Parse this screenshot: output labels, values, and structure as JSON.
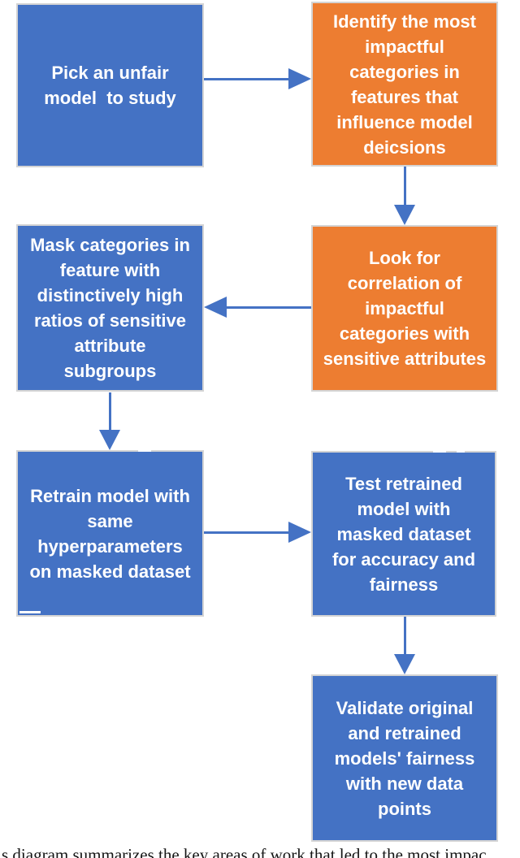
{
  "colors": {
    "box_blue": "#4472c4",
    "box_orange": "#ed7d31",
    "box_border": "#d4d4d4",
    "arrow": "#4472c4",
    "box_text": "#ffffff",
    "caption_text": "#141414"
  },
  "flowchart": {
    "steps": [
      {
        "id": "pick-model",
        "color": "blue",
        "label": "Pick an unfair\nmodel  to study"
      },
      {
        "id": "identify-categories",
        "color": "orange",
        "label": "Identify the most\nimpactful\ncategories in\nfeatures that\ninfluence model\ndeicsions"
      },
      {
        "id": "mask-categories",
        "color": "blue",
        "label": "Mask categories in\nfeature with\ndistinctively high\nratios of sensitive\nattribute\nsubgroups"
      },
      {
        "id": "look-correlation",
        "color": "orange",
        "label": "Look for\ncorrelation of\nimpactful\ncategories with\nsensitive attributes"
      },
      {
        "id": "retrain-model",
        "color": "blue",
        "label": "Retrain model with\nsame\nhyperparameters\non masked dataset"
      },
      {
        "id": "test-retrained",
        "color": "blue",
        "label": "Test retrained\nmodel with\nmasked dataset\nfor accuracy and\nfairness"
      },
      {
        "id": "validate-models",
        "color": "blue",
        "label": "Validate original\nand retrained\nmodels' fairness\nwith new data\npoints"
      }
    ],
    "connections": [
      {
        "from": "pick-model",
        "to": "identify-categories",
        "direction": "right"
      },
      {
        "from": "identify-categories",
        "to": "look-correlation",
        "direction": "down"
      },
      {
        "from": "look-correlation",
        "to": "mask-categories",
        "direction": "left"
      },
      {
        "from": "mask-categories",
        "to": "retrain-model",
        "direction": "down"
      },
      {
        "from": "retrain-model",
        "to": "test-retrained",
        "direction": "right"
      },
      {
        "from": "test-retrained",
        "to": "validate-models",
        "direction": "down"
      }
    ]
  },
  "caption": {
    "text": "s diagram summarizes the key areas of work that led to the most impac"
  }
}
